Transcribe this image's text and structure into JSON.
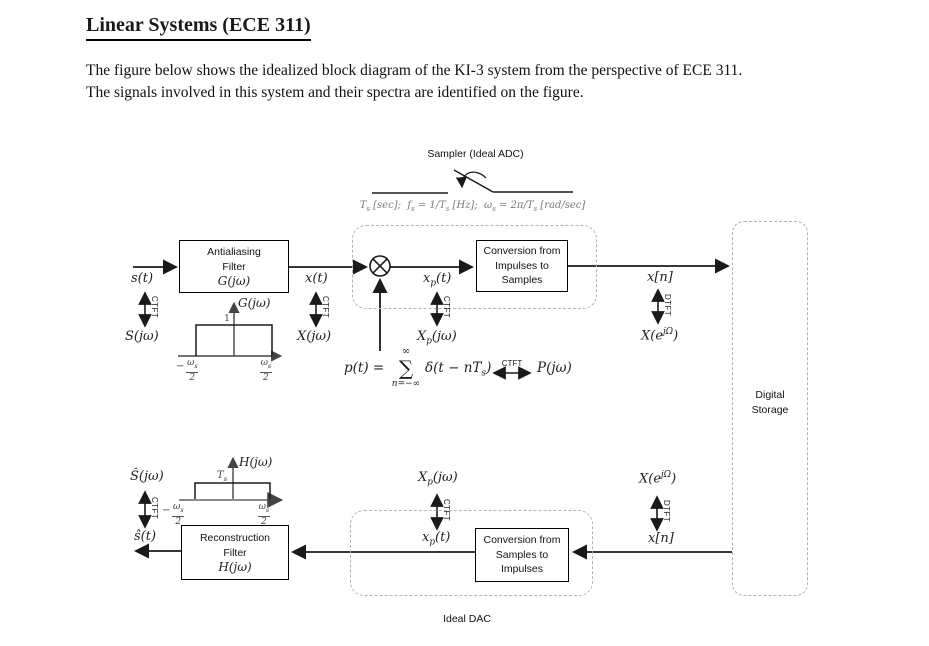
{
  "colors": {
    "ink": "#1a1a1a",
    "dashed_border": "#b3b3b3",
    "formula_gray": "#7a7a7a"
  },
  "header": {
    "title": "Linear Systems (ECE 311)",
    "paragraph_line1": "The figure below shows the idealized block diagram of the KI-3 system from the perspective of ECE 311.",
    "paragraph_line2": "The signals involved in this system and their spectra are identified on the figure."
  },
  "sampler": {
    "title": "Sampler (Ideal ADC)",
    "formula": "T<sub>s</sub> [sec];&nbsp; f<sub>s</sub> = 1/T<sub>s</sub> [Hz];&nbsp; ω<sub>s</sub> = 2π/T<sub>s</sub> [rad/sec]"
  },
  "blocks": {
    "antialiasing": {
      "line1": "Antialiasing",
      "line2": "Filter",
      "math": "G(jω)"
    },
    "impulses_to_samples": {
      "line1": "Conversion from",
      "line2": "Impulses to",
      "line3": "Samples"
    },
    "reconstruction": {
      "line1": "Reconstruction",
      "line2": "Filter",
      "math": "H(jω)"
    },
    "samples_to_impulses": {
      "line1": "Conversion from",
      "line2": "Samples to",
      "line3": "Impulses"
    },
    "digital_storage": {
      "line1": "Digital",
      "line2": "Storage"
    },
    "ideal_dac": "Ideal DAC"
  },
  "signals": {
    "s_t": "s(t)",
    "S_jw": "S(jω)",
    "x_t": "x(t)",
    "X_jw": "X(jω)",
    "xp_t": "x<sub>p</sub>(t)",
    "Xp_jw": "X<sub>p</sub>(jω)",
    "x_n": "x[n]",
    "X_ejOmega": "X(e<sup>jΩ</sup>)",
    "s_hat_jw": "Ŝ(jω)",
    "s_hat_t": "ŝ(t)"
  },
  "transforms": {
    "ctft": "CTFT",
    "dtft": "DTFT"
  },
  "equation": {
    "lhs": "p(t) =",
    "sum_sup": "∞",
    "sum_sigma": "∑",
    "sum_sub": "n=−∞",
    "term": "δ(t − nT<sub>s</sub>)",
    "arrow_label": "CTFT",
    "rhs": "P(jω)"
  },
  "g_plot": {
    "axis_label": "G(jω)",
    "peak_label": "1",
    "neg_minus": "−",
    "neg_num": "ω<sub>s</sub>",
    "neg_den": "2",
    "pos_num": "ω<sub>s</sub>",
    "pos_den": "2"
  },
  "h_plot": {
    "axis_label": "H(jω)",
    "peak_label": "T<sub>s</sub>",
    "neg_minus": "−",
    "neg_num": "ω<sub>s</sub>",
    "neg_den": "2",
    "pos_num": "ω<sub>s</sub>",
    "pos_den": "2"
  }
}
